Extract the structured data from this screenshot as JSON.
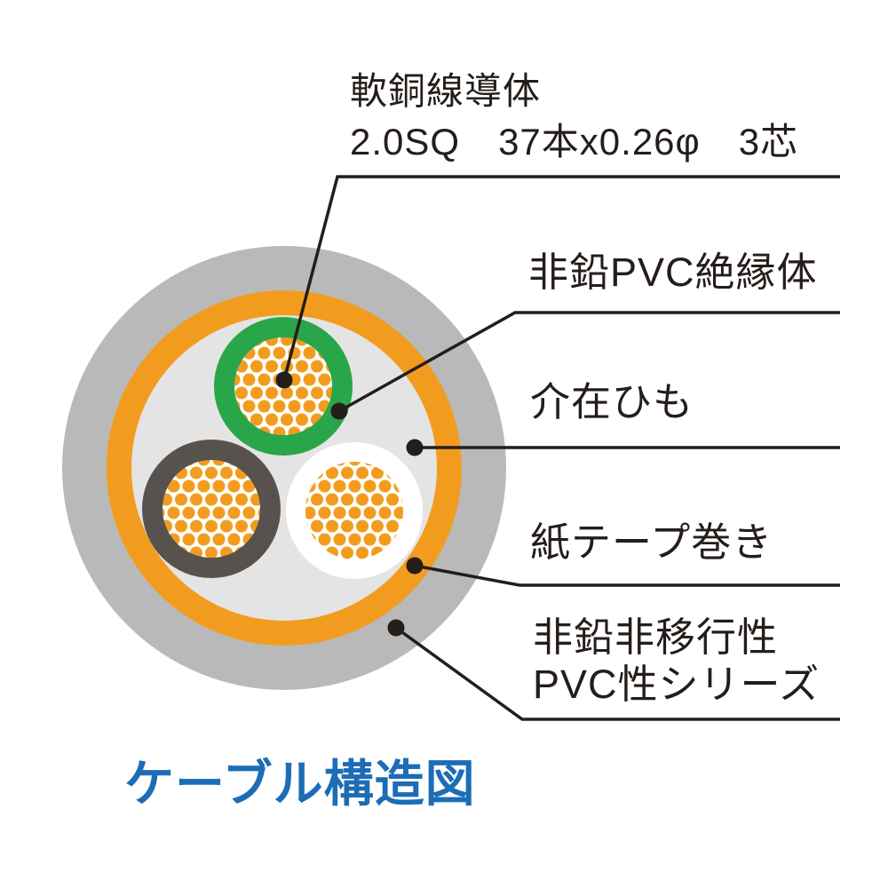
{
  "diagram": {
    "title": "ケーブル構造図",
    "labels": {
      "conductor": {
        "line1": "軟銅線導体",
        "line2": "2.0SQ　37本x0.26φ　3芯"
      },
      "insulation": {
        "text": "非鉛PVC絶縁体"
      },
      "filler": {
        "text": "介在ひも"
      },
      "tape": {
        "text": "紙テープ巻き"
      },
      "sheath": {
        "line1": "非鉛非移行性",
        "line2": "PVC性シリーズ"
      }
    }
  },
  "colors": {
    "background": "#ffffff",
    "sheath_gray": "#b9b9ba",
    "tape_orange": "#f29c1f",
    "filler_gray": "#e4e4e5",
    "insulation_green": "#29a649",
    "insulation_black": "#57524e",
    "insulation_white": "#ffffff",
    "conductor_bg": "#fffefa",
    "conductor_dot_orange": "#f29c1f",
    "line_ink": "#241d1a",
    "title_blue": "#1c6db6"
  }
}
